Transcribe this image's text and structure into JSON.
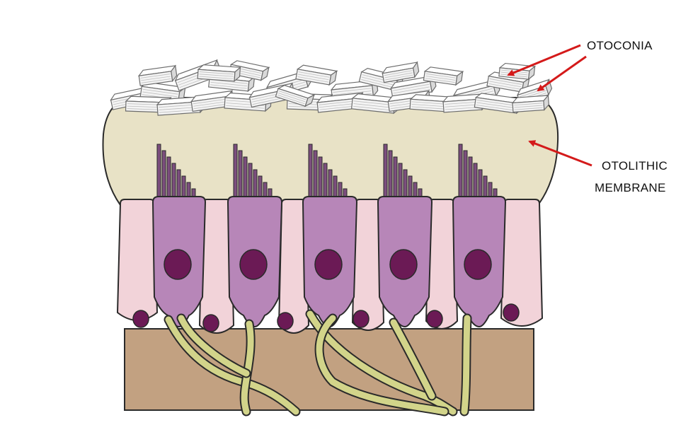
{
  "labels": {
    "otoconia": "OTOCONIA",
    "membrane_line1": "OTOLITHIC",
    "membrane_line2": "MEMBRANE"
  },
  "colors": {
    "background": "#ffffff",
    "otoconia_fill": "#f4f4f4",
    "otoconia_stroke": "#6d6d6d",
    "membrane": "#e8e2c6",
    "supporting_cell": "#f2d3d9",
    "hair_cell": "#b786b8",
    "nucleus": "#6b1a55",
    "hair_bundle": "#7c4e7e",
    "nerve_fiber": "#d2d48a",
    "basement": "#c2a181",
    "outline": "#2a2a2a",
    "arrow": "#d41a1a"
  },
  "icons": [
    "red-arrow"
  ]
}
